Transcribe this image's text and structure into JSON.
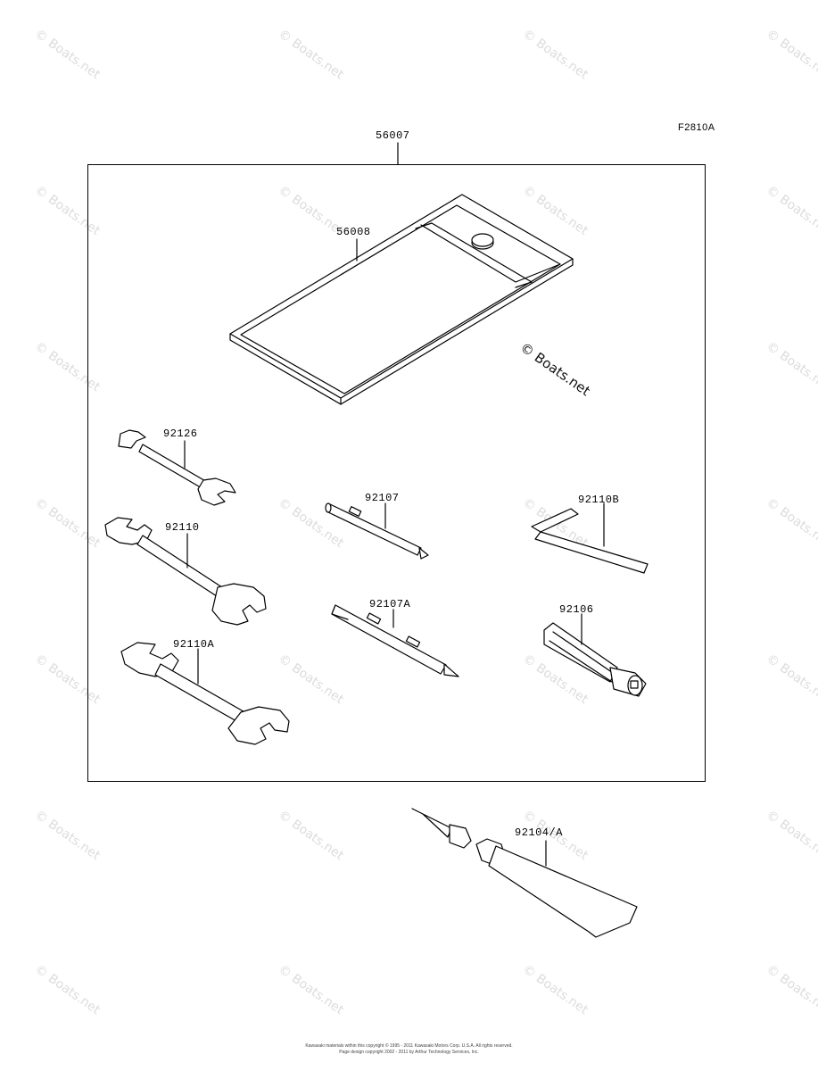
{
  "diagram": {
    "code": "F2810A",
    "kit_part": "56007",
    "watermark": "© Boats.net",
    "parts": [
      {
        "id": "bag",
        "number": "56008"
      },
      {
        "id": "wrench-small",
        "number": "92126"
      },
      {
        "id": "wrench-medium",
        "number": "92110"
      },
      {
        "id": "wrench-large",
        "number": "92110A"
      },
      {
        "id": "screwdriver-bit",
        "number": "92107"
      },
      {
        "id": "screwdriver-bit-a",
        "number": "92107A"
      },
      {
        "id": "hex-key",
        "number": "92110B"
      },
      {
        "id": "handle",
        "number": "92106"
      },
      {
        "id": "grease-tube",
        "number": "92104/A"
      }
    ],
    "footer_line1": "Kawasaki materials within this copyright © 1995 - 2011 Kawasaki Motors Corp. U.S.A. All rights reserved.",
    "footer_line2": "Page design copyright 2002 - 2011 by Arthur Technology Services, Inc."
  }
}
